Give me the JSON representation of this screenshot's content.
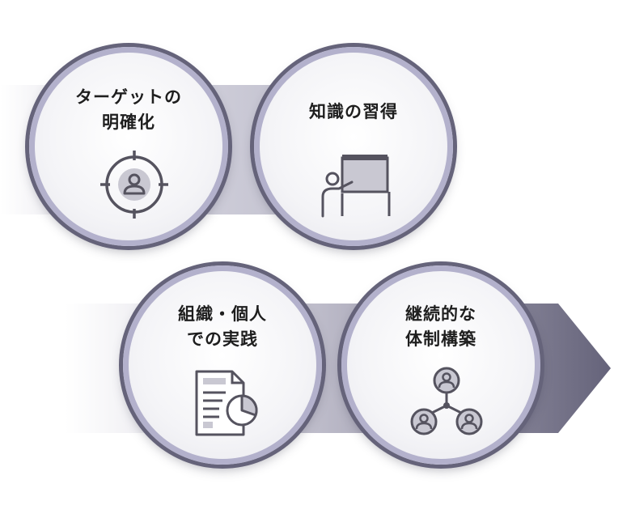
{
  "steps": [
    {
      "id": 1,
      "lines": [
        "ターゲットの",
        "明確化"
      ],
      "icon": "target-person-icon"
    },
    {
      "id": 2,
      "lines": [
        "知識の習得"
      ],
      "icon": "presenter-board-icon"
    },
    {
      "id": 3,
      "lines": [
        "組織・個人",
        "での実践"
      ],
      "icon": "report-chart-icon"
    },
    {
      "id": 4,
      "lines": [
        "継続的な",
        "体制構築"
      ],
      "icon": "team-network-icon"
    }
  ],
  "colors": {
    "ring_outer": "#65637a",
    "ring_inner": "#b3b1cc",
    "band_light": "#dcdbe4",
    "band_dark": "#65637a",
    "icon_stroke": "#55535f",
    "icon_fill": "#c9c8d2"
  }
}
